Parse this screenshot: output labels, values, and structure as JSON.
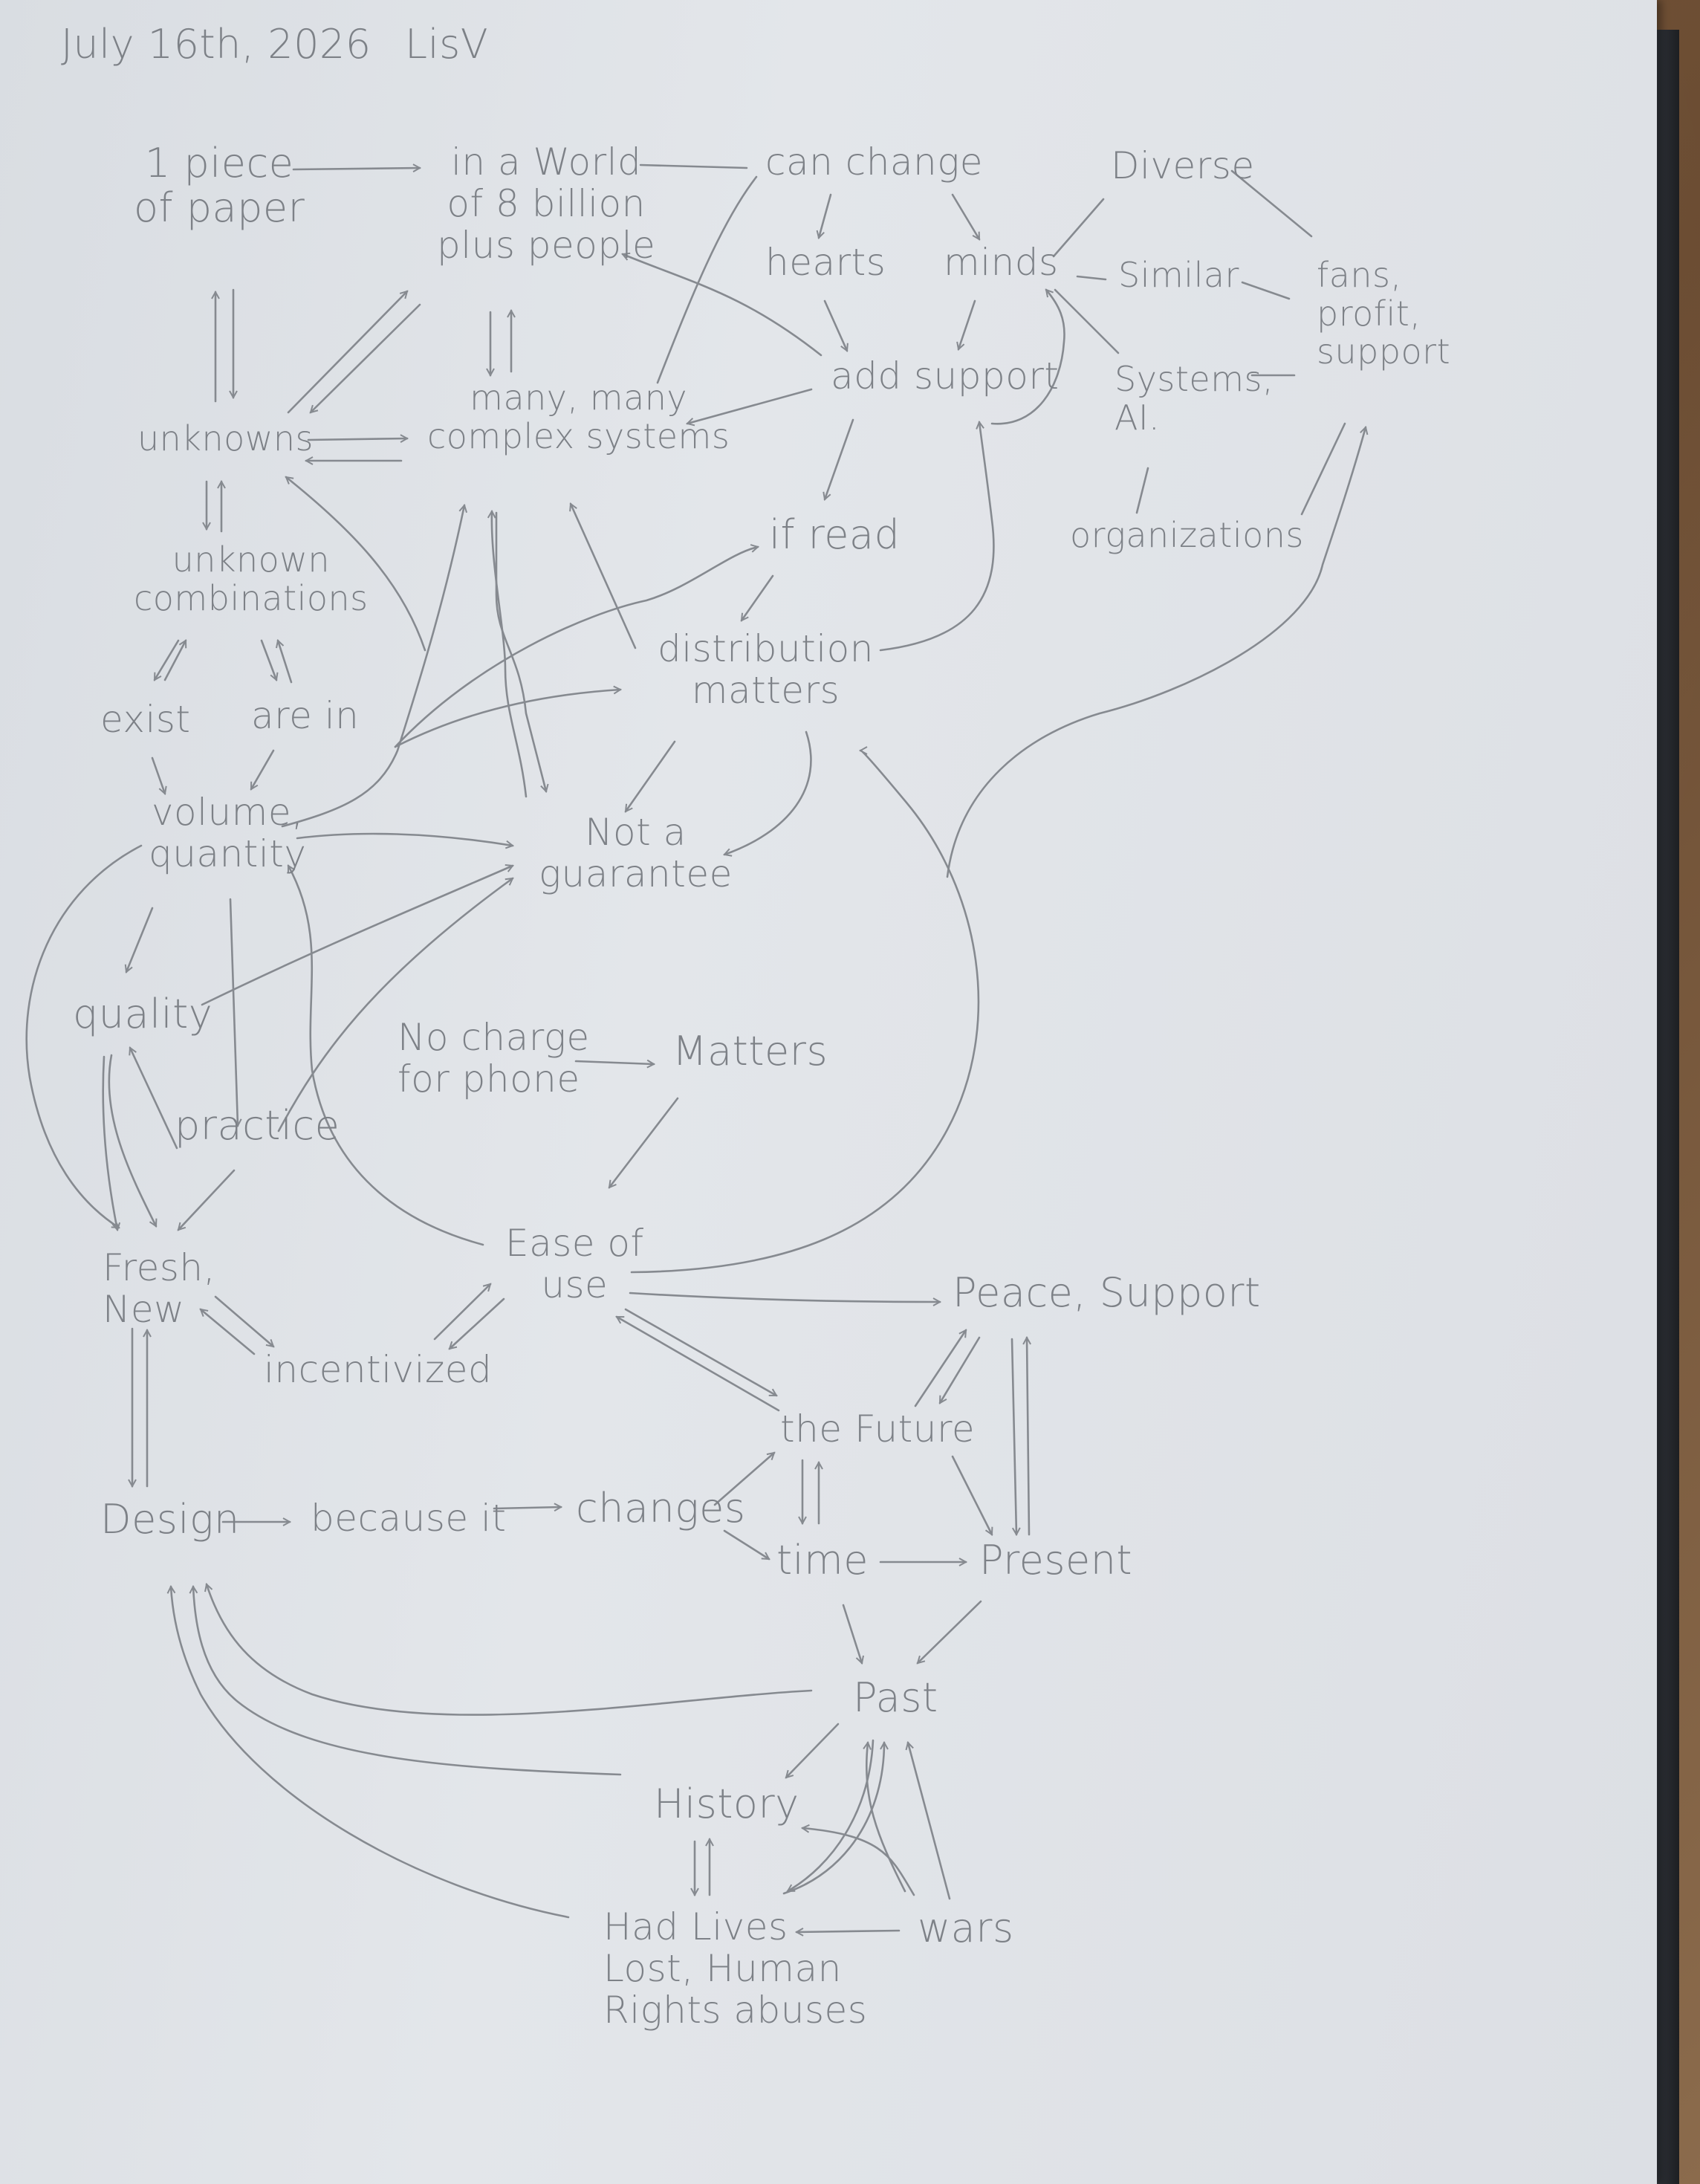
{
  "header": {
    "date": "July 16th, 2026",
    "author": "LisV"
  },
  "nodes": {
    "paper": "1 piece\nof paper",
    "world": "in a World\nof 8 billion\nplus people",
    "can_change": "can change",
    "diverse": "Diverse",
    "hearts": "hearts",
    "minds": "minds",
    "similar": "Similar",
    "fans": "fans,\nprofit,\nsupport",
    "add_support": "add support",
    "systems_ai": "Systems,\nAI.",
    "organizations": "organizations",
    "unknowns": "unknowns",
    "many_systems": "many, many\ncomplex systems",
    "if_read": "if read",
    "unknown_combinations": "unknown\ncombinations",
    "distribution_matters": "distribution\nmatters",
    "exist": "exist",
    "are_in": "are in",
    "volume_quantity": "volume,\nquantity",
    "not_a_guarantee": "Not a\nguarantee",
    "quality": "quality",
    "no_charge": "No charge\nfor phone",
    "matters": "Matters",
    "practice": "practice",
    "fresh_new": "Fresh,\nNew",
    "ease_of_use": "Ease of\nuse",
    "incentivized": "incentivized",
    "peace_support": "Peace, Support",
    "the_future": "the Future",
    "design": "Design",
    "because_it": "because it",
    "changes": "changes",
    "time": "time",
    "present": "Present",
    "past": "Past",
    "history": "History",
    "had_lives": "Had Lives\nLost, Human\nRights abuses",
    "wars": "wars"
  }
}
